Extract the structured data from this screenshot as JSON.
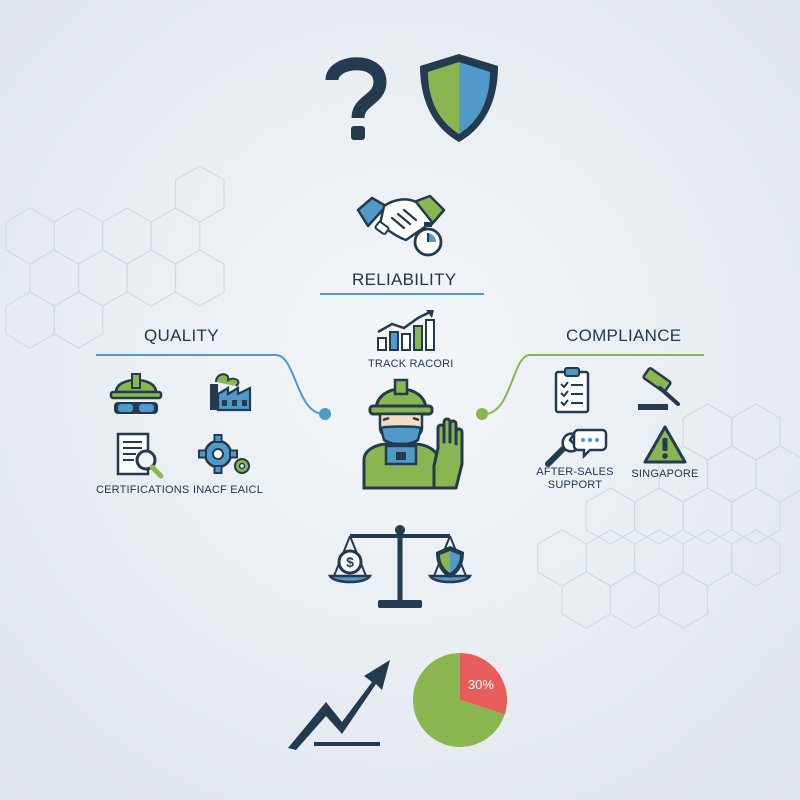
{
  "colors": {
    "navy": "#243a4f",
    "green": "#8ab651",
    "blue": "#4f9ac9",
    "red": "#e85c5c",
    "hex_lines": "#cfd9e2"
  },
  "top_icons": [
    "question-mark-icon",
    "shield-icon"
  ],
  "reliability": {
    "heading": "RELIABILITY",
    "icons": [
      "handshake-icon",
      "stopwatch-icon"
    ],
    "track_label": "TRACK RACORI",
    "track_icon": "growth-bar-chart-icon"
  },
  "quality": {
    "heading": "QUALITY",
    "items": [
      {
        "icon": "hard-hat-goggles-icon",
        "label": ""
      },
      {
        "icon": "factory-icon",
        "label": ""
      },
      {
        "icon": "document-magnifier-icon",
        "label": "CERTIFICATIONS"
      },
      {
        "icon": "gears-icon",
        "label": "INACF EAICL"
      }
    ]
  },
  "compliance": {
    "heading": "COMPLIANCE",
    "items": [
      {
        "icon": "checklist-icon",
        "label": ""
      },
      {
        "icon": "gavel-icon",
        "label": ""
      },
      {
        "icon": "wrench-chat-icon",
        "label": "AFTER-SALES\nSUPPORT"
      },
      {
        "icon": "warning-icon",
        "label": "SINGAPORE"
      }
    ]
  },
  "center_icon": "worker-stop-hand-icon",
  "balance_icon": "scale-money-shield-icon",
  "bottom": {
    "trend_icon": "trend-arrow-icon",
    "pie": {
      "type": "pie",
      "slices": [
        {
          "value": 30,
          "label": "30%",
          "color": "#e85c5c"
        },
        {
          "value": 70,
          "label": "",
          "color": "#8ab651"
        }
      ]
    }
  }
}
